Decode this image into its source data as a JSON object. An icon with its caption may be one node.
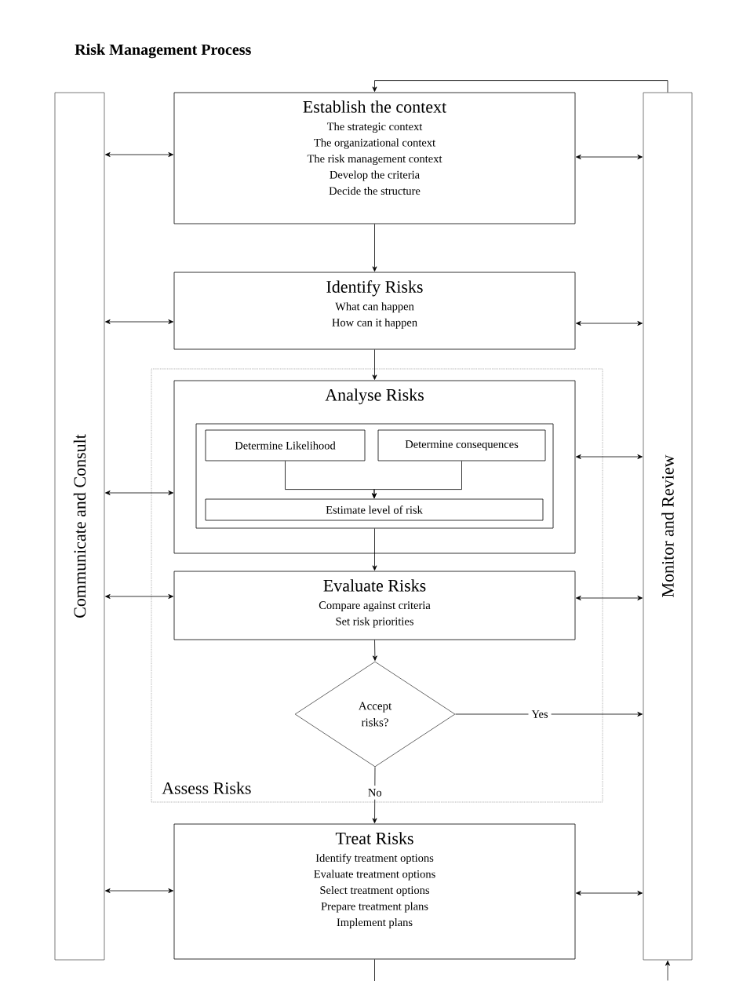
{
  "diagram": {
    "title": "Risk Management Process",
    "nodes": [
      {
        "text": [
          "Communicate and Consult"
        ]
      },
      {
        "text": [
          "Monitor and Review"
        ]
      },
      {
        "text": [
          "Establish the context",
          "The strategic context",
          "The organizational context",
          "The risk management context",
          "Develop the criteria",
          "Decide the structure"
        ]
      },
      {
        "text": [
          "Identify Risks",
          "What can happen",
          "How can it happen"
        ]
      },
      {
        "text": [
          "Assess Risks"
        ]
      },
      {
        "text": [
          "Analyse Risks"
        ],
        "in": 4
      },
      {
        "text": [],
        "shape": "box",
        "in": 5
      },
      {
        "text": [
          "Determine Likelihood"
        ],
        "in": 6
      },
      {
        "text": [
          "Determine consequences"
        ],
        "in": 6
      },
      {
        "text": [
          "Estimate level of risk"
        ],
        "in": 6
      },
      {
        "text": [
          "Evaluate Risks",
          "Compare against criteria",
          "Set risk priorities"
        ],
        "in": 4
      },
      {
        "text": [
          "Accept risks?"
        ],
        "in": 4
      },
      {
        "text": [
          "Treat Risks",
          "Identify treatment options",
          "Evaluate treatment options",
          "Select treatment options",
          "Prepare treatment plans",
          "Implement plans"
        ]
      }
    ],
    "edges": [
      {
        "from": 1,
        "to": 2,
        "arrow": "to"
      },
      {
        "from": 2,
        "to": 3,
        "arrow": "to"
      },
      {
        "from": 3,
        "to": 5,
        "arrow": "to"
      },
      {
        "from": 7,
        "to": 9,
        "arrow": "to"
      },
      {
        "from": 8,
        "to": 9,
        "arrow": "to"
      },
      {
        "from": 6,
        "to": 10,
        "arrow": "to"
      },
      {
        "from": 10,
        "to": 11,
        "arrow": "to"
      },
      {
        "from": 11,
        "to": 1,
        "arrow": "to",
        "label": "Yes"
      },
      {
        "from": 11,
        "to": 12,
        "arrow": "to",
        "label": "No"
      },
      {
        "from": 12,
        "to": null,
        "arrow": "none"
      },
      {
        "from": null,
        "to": 1,
        "arrow": "to"
      },
      {
        "from": 0,
        "to": 2,
        "arrow": "both"
      },
      {
        "from": 0,
        "to": 3,
        "arrow": "both"
      },
      {
        "from": 0,
        "to": 5,
        "arrow": "both"
      },
      {
        "from": 0,
        "to": 10,
        "arrow": "both"
      },
      {
        "from": 0,
        "to": 12,
        "arrow": "both"
      },
      {
        "from": 2,
        "to": 1,
        "arrow": "both"
      },
      {
        "from": 3,
        "to": 1,
        "arrow": "both"
      },
      {
        "from": 5,
        "to": 1,
        "arrow": "both"
      },
      {
        "from": 10,
        "to": 1,
        "arrow": "both"
      },
      {
        "from": 12,
        "to": 1,
        "arrow": "both"
      }
    ]
  }
}
